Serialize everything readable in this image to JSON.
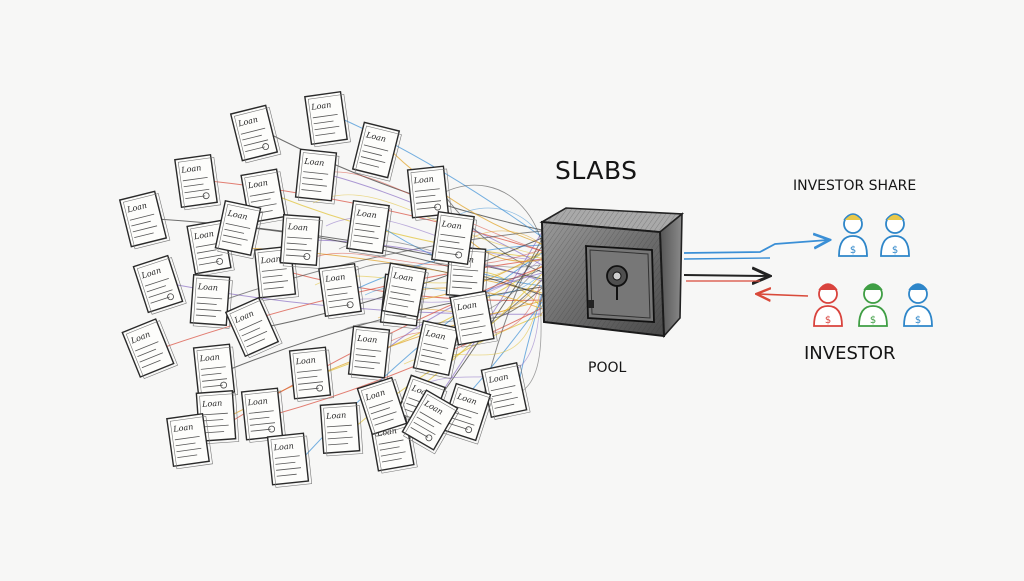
{
  "diagram": {
    "title": "SLABS",
    "pool_label": "POOL",
    "investor_share_label": "INVESTOR SHARE",
    "investor_label": "INVESTOR",
    "loan_document_text": "Loan",
    "loan_document_count": 38,
    "investor_share_figures": {
      "count": 2,
      "colors": [
        "#2e86c9",
        "#2e86c9"
      ],
      "accents": [
        "#e8c84a",
        "#e8c84a"
      ]
    },
    "investor_figures": {
      "count": 3,
      "colors": [
        "#d9433d",
        "#3f9e44",
        "#2e86c9"
      ]
    },
    "arrow_colors": {
      "to_investor_share": "#3a8fd6",
      "to_investor": "#222222",
      "from_investor": "#d94a3a"
    },
    "flow_line_colors": [
      "#333333",
      "#3a8fd6",
      "#e0a020",
      "#d94a3a",
      "#e0c030",
      "#8a6fc4",
      "#555555"
    ]
  }
}
